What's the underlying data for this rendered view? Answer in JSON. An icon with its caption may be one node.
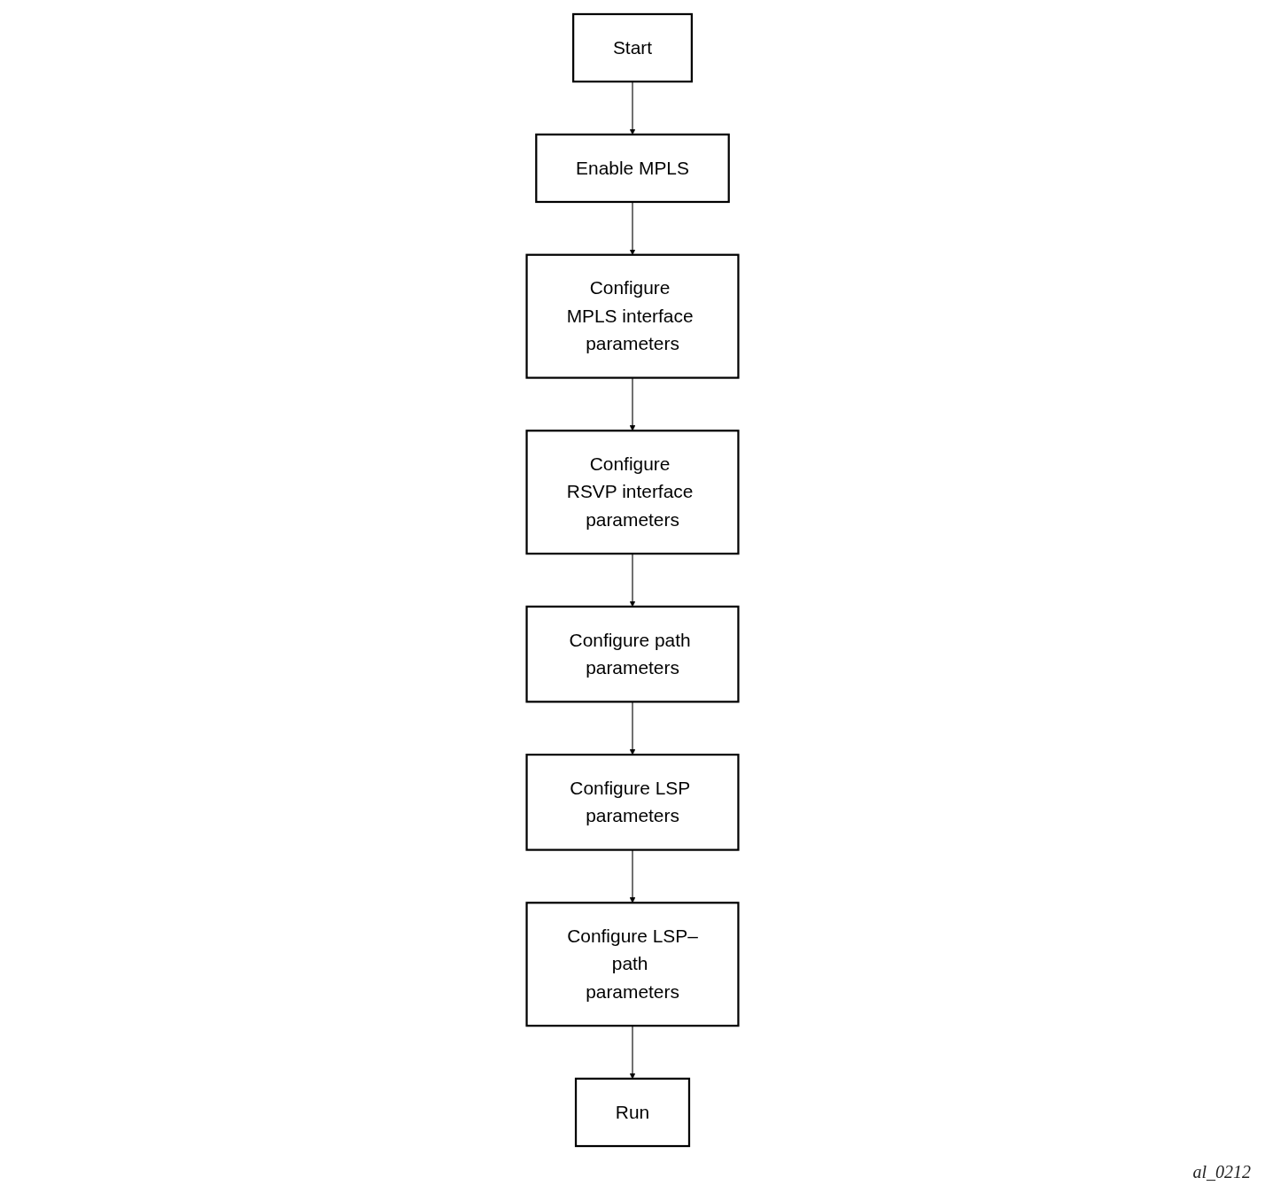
{
  "diagram": {
    "nodes": [
      {
        "text": [
          "Start"
        ]
      },
      {
        "text": [
          "Enable MPLS"
        ]
      },
      {
        "text": [
          "Configure MPLS interface parameters"
        ]
      },
      {
        "text": [
          "Configure RSVP interface parameters"
        ]
      },
      {
        "text": [
          "Configure path parameters"
        ]
      },
      {
        "text": [
          "Configure LSP parameters"
        ]
      },
      {
        "text": [
          "Configure LSP–path parameters"
        ]
      },
      {
        "text": [
          "Run"
        ]
      }
    ],
    "edges": [
      {
        "from": 0,
        "to": 1,
        "arrow": "to"
      },
      {
        "from": 1,
        "to": 2,
        "arrow": "to"
      },
      {
        "from": 2,
        "to": 3,
        "arrow": "to"
      },
      {
        "from": 3,
        "to": 4,
        "arrow": "to"
      },
      {
        "from": 4,
        "to": 5,
        "arrow": "to"
      },
      {
        "from": 5,
        "to": 6,
        "arrow": "to"
      },
      {
        "from": 6,
        "to": 7,
        "arrow": "to"
      }
    ],
    "labels": [
      "al_0212"
    ]
  }
}
